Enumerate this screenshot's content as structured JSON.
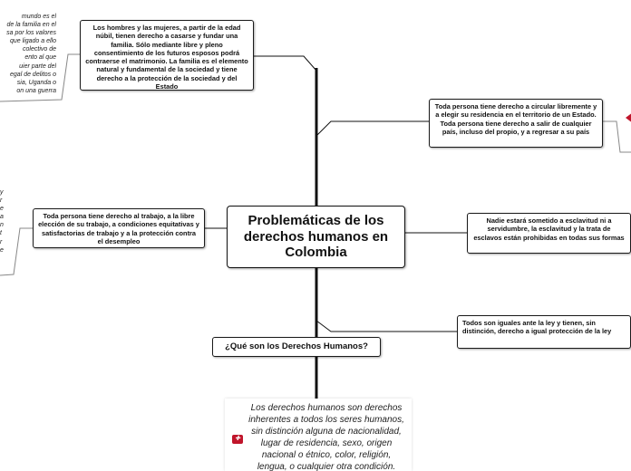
{
  "central_topic": "Problemáticas de los derechos humanos en Colombia",
  "nodes": {
    "marriage": "Los hombres y las mujeres, a partir de la edad núbil, tienen derecho a casarse y fundar una familia. Sólo mediante libre y pleno consentimiento de los futuros esposos podrá contraerse el matrimonio. La familia es el elemento natural y fundamental de la sociedad y tiene derecho a la protección de la sociedad y del Estado",
    "movement": "Toda persona tiene derecho a circular libremente y a elegir su residencia en el territorio de un Estado. Toda persona tiene derecho a salir de cualquier país, incluso del propio, y a regresar a su país",
    "work": "Toda persona tiene derecho al trabajo, a la libre elección de su trabajo, a condiciones equitativas y satisfactorias de trabajo y a la protección contra el desempleo",
    "slavery": "Nadie estará sometido a esclavitud ni a servidumbre, la esclavitud y la trata de esclavos están prohibidas en todas sus formas",
    "equality": "Todos son iguales ante la ley y tienen, sin distinción, derecho a igual protección de la ley",
    "question": "¿Qué son los Derechos Humanos?"
  },
  "definition": "Los derechos humanos son derechos inherentes a todos los seres humanos, sin distinción alguna de nacionalidad, lugar de residencia, sexo, origen nacional o étnico, color, religión, lengua, o cualquier otra condición. Todos tenemos los mismos derechos",
  "edge_notes": {
    "top_left": [
      "mundo es el",
      "de la familia en el",
      "sa por los valores",
      "que ligado a ello",
      "colectivo de",
      "ento al que",
      "uier parte del",
      "egal de delitos o",
      "sia, Uganda o",
      "on una guerra"
    ],
    "mid_left": [
      "y",
      "r",
      "e",
      "a",
      "n",
      "t",
      "r",
      "e"
    ]
  },
  "colors": {
    "lines": "#111111",
    "accent": "#c0152b"
  },
  "icons": [
    "definition-flag-icon",
    "edge-arrow-icon"
  ]
}
